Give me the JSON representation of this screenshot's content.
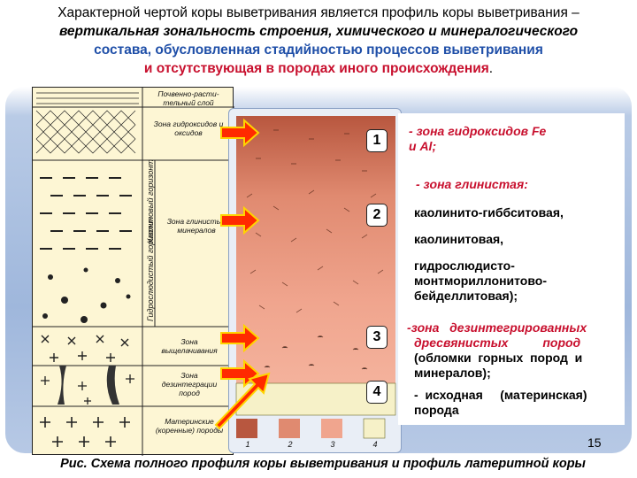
{
  "header": {
    "line1": "Характерной чертой коры выветривания является  профиль коры выветривания –",
    "line2_italic": "вертикальная зональность строения,  химического и минералогического",
    "line3_blue": "состава, обусловленная стадийностью процессов выветривания",
    "line4_red": "и отсутствующая в породах иного происхождения",
    "line4_end": "."
  },
  "column_labels": {
    "soil": "Почвенно-расти-тельный слой",
    "hydroxides": "Зона гидроксидов и оксидов",
    "clay_minerals": "Зона глинистых минералов",
    "leaching": "Зона выщелачивания",
    "disintegration": "Зона дезинтеграции пород",
    "parent": "Материнские (коренные) породы",
    "vert_kaolin": "Каолиновый горизонт",
    "vert_hydromica": "Гидрослюдистый горизонт"
  },
  "numbers": [
    "1",
    "2",
    "3",
    "4"
  ],
  "legend": {
    "z1_a": "- зона гидроксидов Fe",
    "z1_b": "и Al;",
    "z2_title": "- зона глинистая:",
    "z2_item1": "каолинито-гиббситовая,",
    "z2_item2": "каолинитовая,",
    "z2_item3_a": "гидрослюдисто-",
    "z2_item3_b": "монтмориллонитово-",
    "z2_item3_c": "бейделлитовая);",
    "z3_a": "-зона   дезинтегрированных",
    "z3_b": "дресвянистых          пород",
    "z3_c": "(обломки  горных  пород  и",
    "z3_d": "минералов);",
    "z4_a": "-  исходная     (материнская)",
    "z4_b": "порода"
  },
  "swatch_labels": [
    "1",
    "2",
    "3",
    "4"
  ],
  "colors": {
    "red_accent": "#c8102e",
    "blue_accent": "#1f4fa8",
    "profile_dark": "#b8573f",
    "profile_light": "#f0a58e",
    "arrow_fill": "#ff2a00",
    "arrow_stroke": "#ffd400"
  },
  "caption": "Рис. Схема полного профиля коры выветривания и профиль латеритной коры",
  "page_number": "15"
}
